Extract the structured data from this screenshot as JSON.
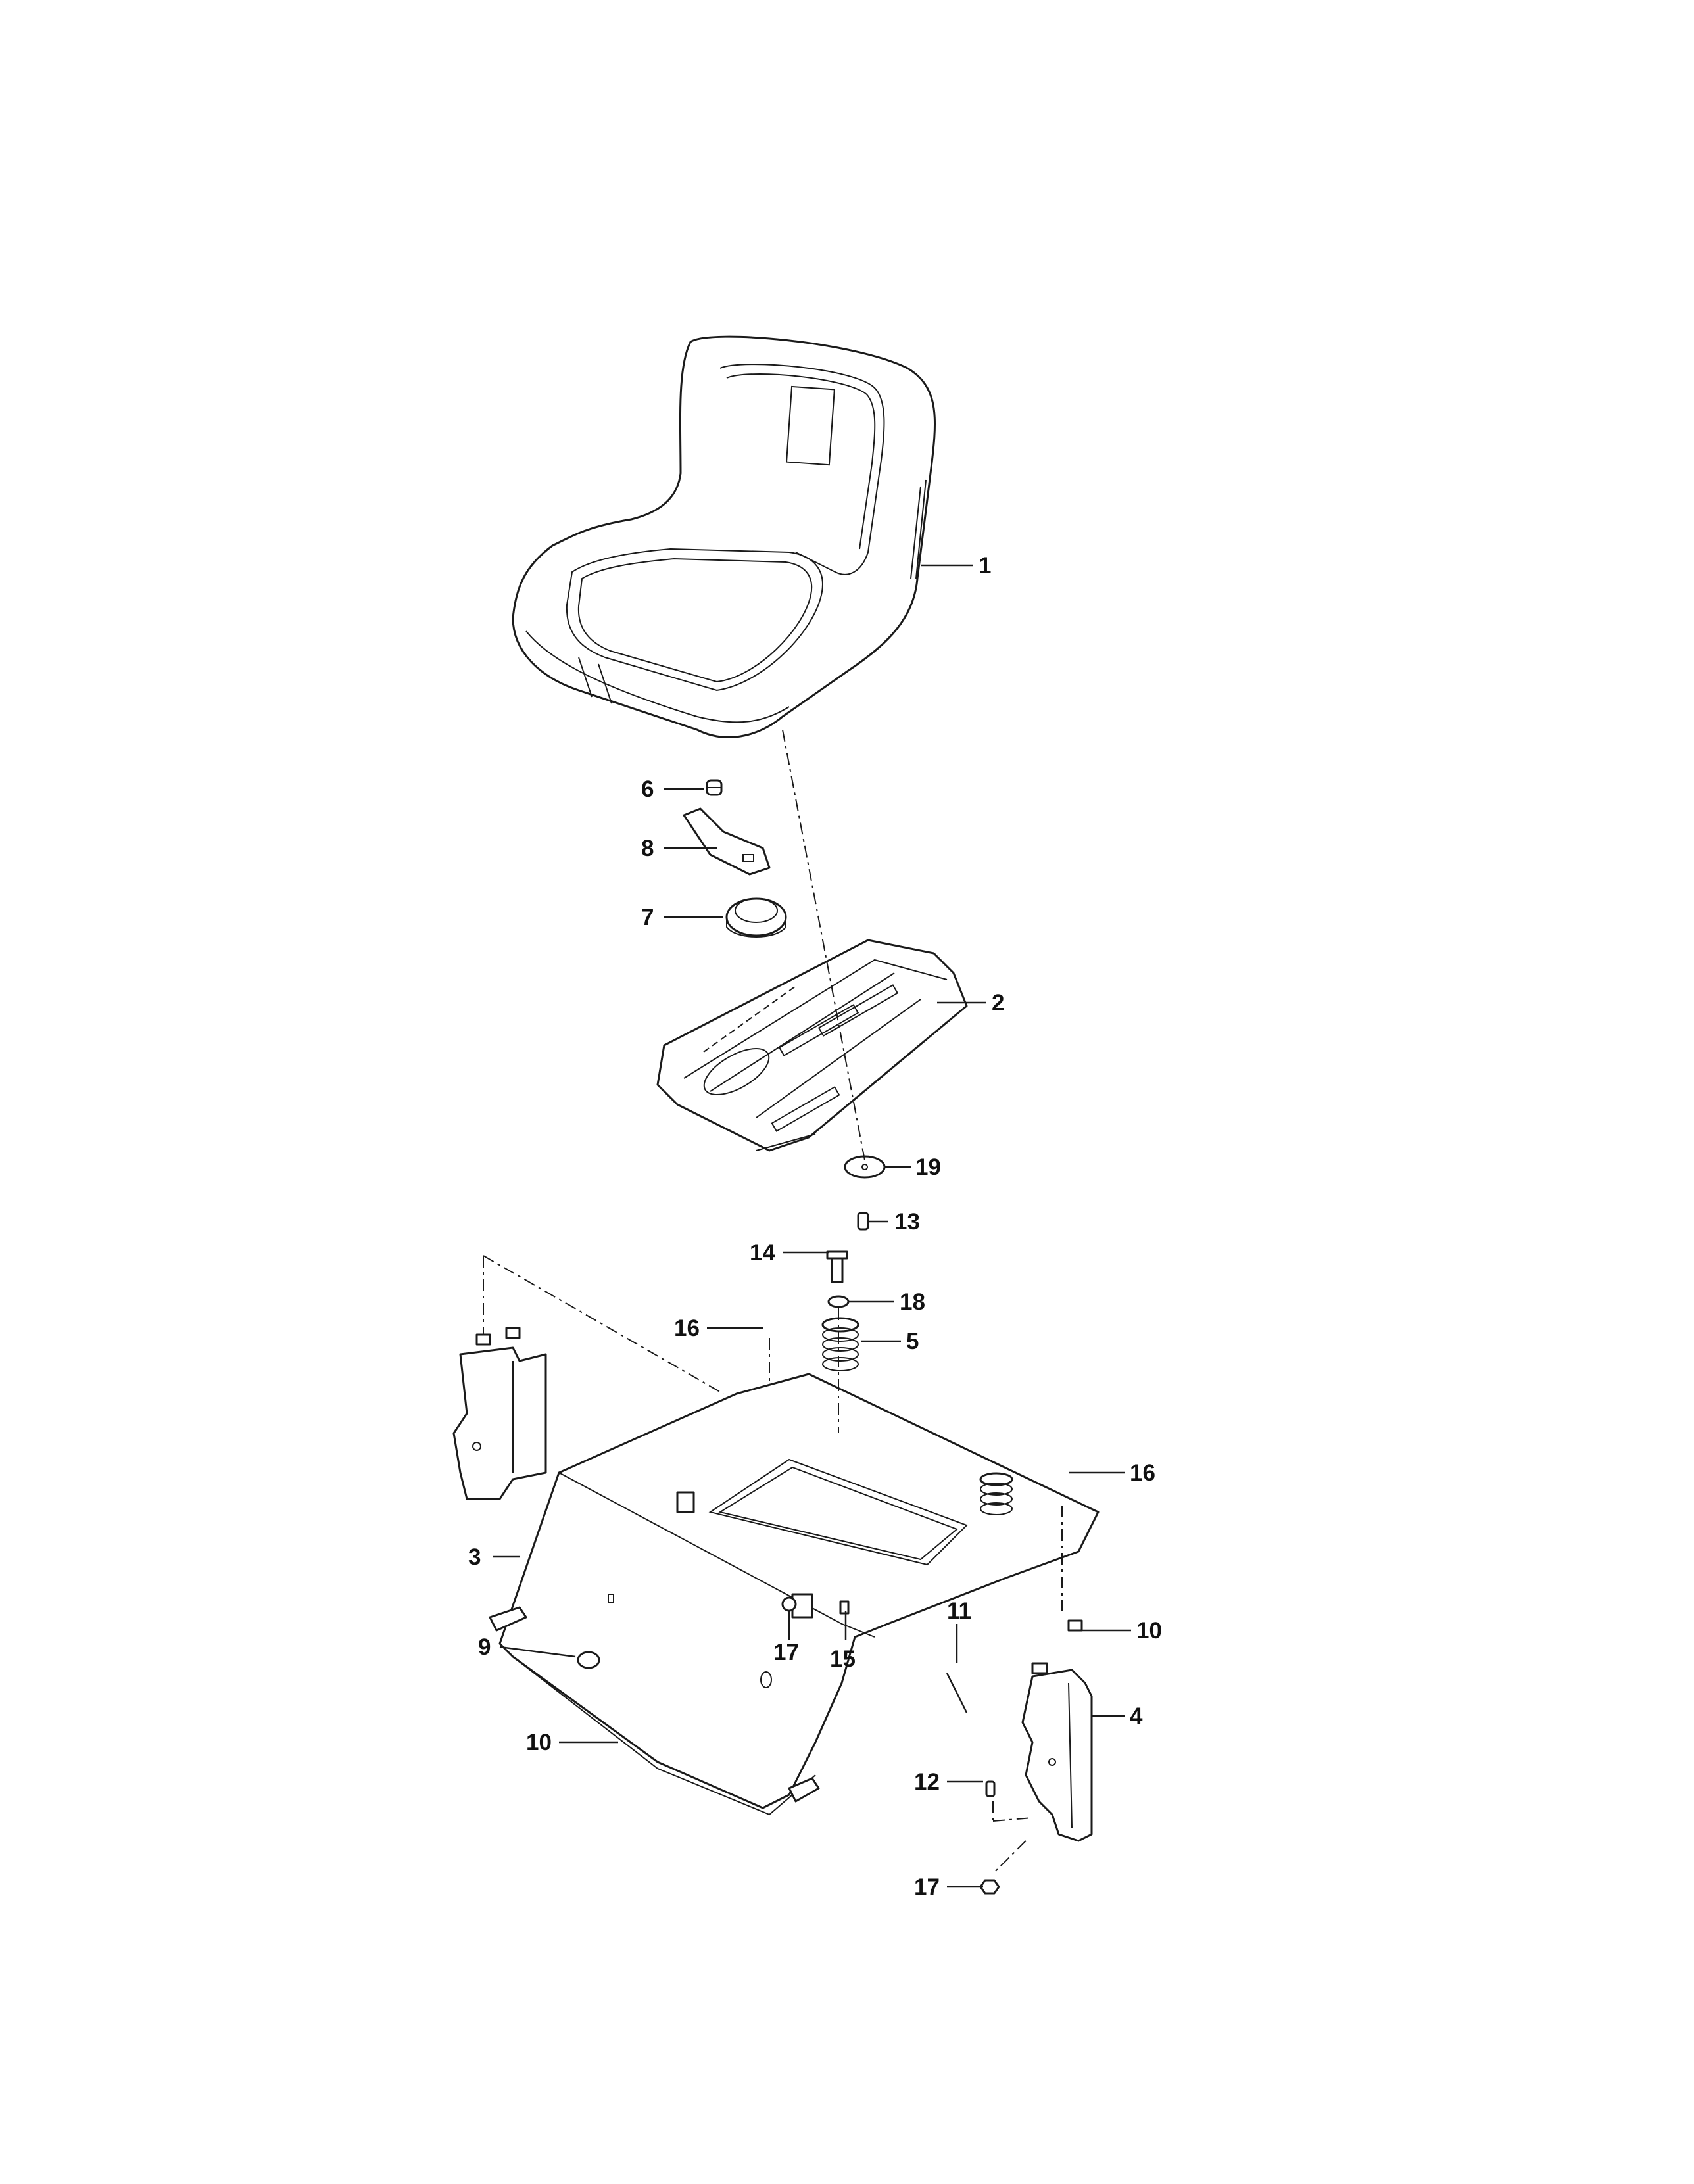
{
  "callouts": [
    {
      "num": "1"
    },
    {
      "num": "2"
    },
    {
      "num": "3"
    },
    {
      "num": "4"
    },
    {
      "num": "5"
    },
    {
      "num": "6"
    },
    {
      "num": "7"
    },
    {
      "num": "8"
    },
    {
      "num": "9"
    },
    {
      "num": "10"
    },
    {
      "num": "10"
    },
    {
      "num": "11"
    },
    {
      "num": "12"
    },
    {
      "num": "13"
    },
    {
      "num": "14"
    },
    {
      "num": "15"
    },
    {
      "num": "16"
    },
    {
      "num": "16"
    },
    {
      "num": "17"
    },
    {
      "num": "17"
    },
    {
      "num": "18"
    },
    {
      "num": "19"
    }
  ]
}
